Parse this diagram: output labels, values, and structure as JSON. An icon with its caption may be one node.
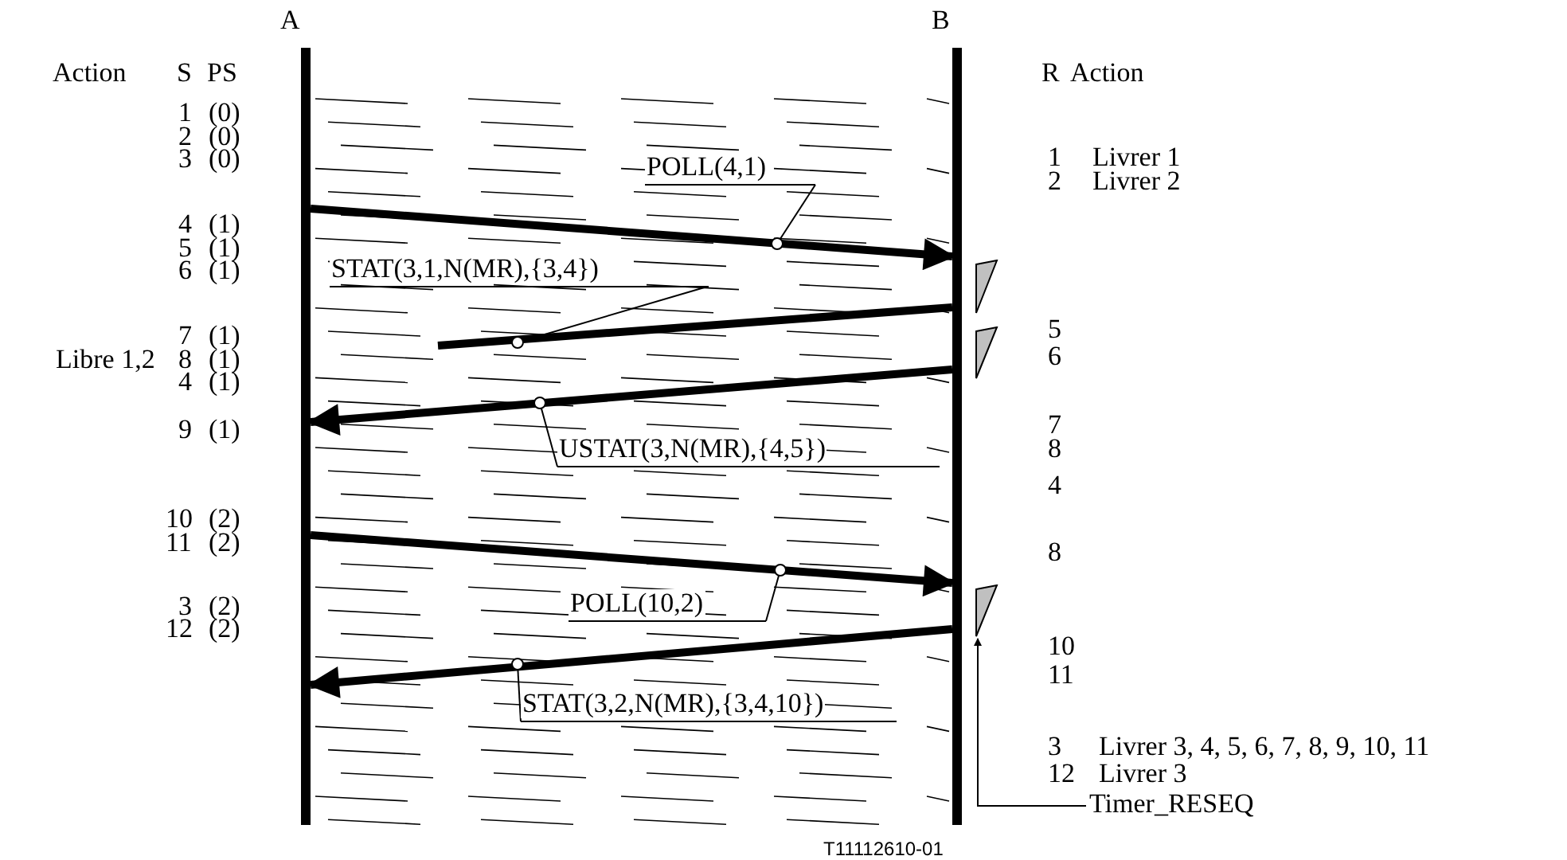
{
  "diagram": {
    "nodes": [
      {
        "text": [
          "A"
        ]
      },
      {
        "text": [
          "B"
        ]
      },
      {
        "text": [],
        "shape": "triangle"
      },
      {
        "text": [],
        "shape": "triangle"
      },
      {
        "text": [],
        "shape": "triangle"
      },
      {
        "text": [
          "Timer_RESEQ"
        ]
      }
    ],
    "edges": [
      {
        "from": 0,
        "to": 1,
        "arrow": "to",
        "label": "POLL(4,1)"
      },
      {
        "from": 1,
        "to": null,
        "arrow": "none",
        "label": "STAT(3,1,N(MR),{3,4})"
      },
      {
        "from": 1,
        "to": 0,
        "arrow": "to",
        "label": "USTAT(3,N(MR),{4,5})"
      },
      {
        "from": 0,
        "to": 1,
        "arrow": "to",
        "label": "POLL(10,2)"
      },
      {
        "from": 1,
        "to": 0,
        "arrow": "to",
        "label": "STAT(3,2,N(MR),{3,4,10})"
      },
      {
        "from": 5,
        "to": 4,
        "arrow": "to"
      }
    ],
    "labels": [
      "Action",
      "S",
      "PS",
      "R",
      "Action",
      "1",
      "(0)",
      "2",
      "(0)",
      "3",
      "(0)",
      "4",
      "(1)",
      "5",
      "(1)",
      "6",
      "(1)",
      "7",
      "(1)",
      "Libre 1,2",
      "8",
      "(1)",
      "4",
      "(1)",
      "9",
      "(1)",
      "10",
      "(2)",
      "11",
      "(2)",
      "3",
      "(2)",
      "12",
      "(2)",
      "1",
      "Livrer 1",
      "2",
      "Livrer 2",
      "5",
      "6",
      "7",
      "8",
      "4",
      "8",
      "10",
      "11",
      "3",
      "Livrer 3, 4, 5, 6, 7, 8, 9, 10, 11",
      "12",
      "Livrer 3",
      "T11112610-01"
    ]
  }
}
